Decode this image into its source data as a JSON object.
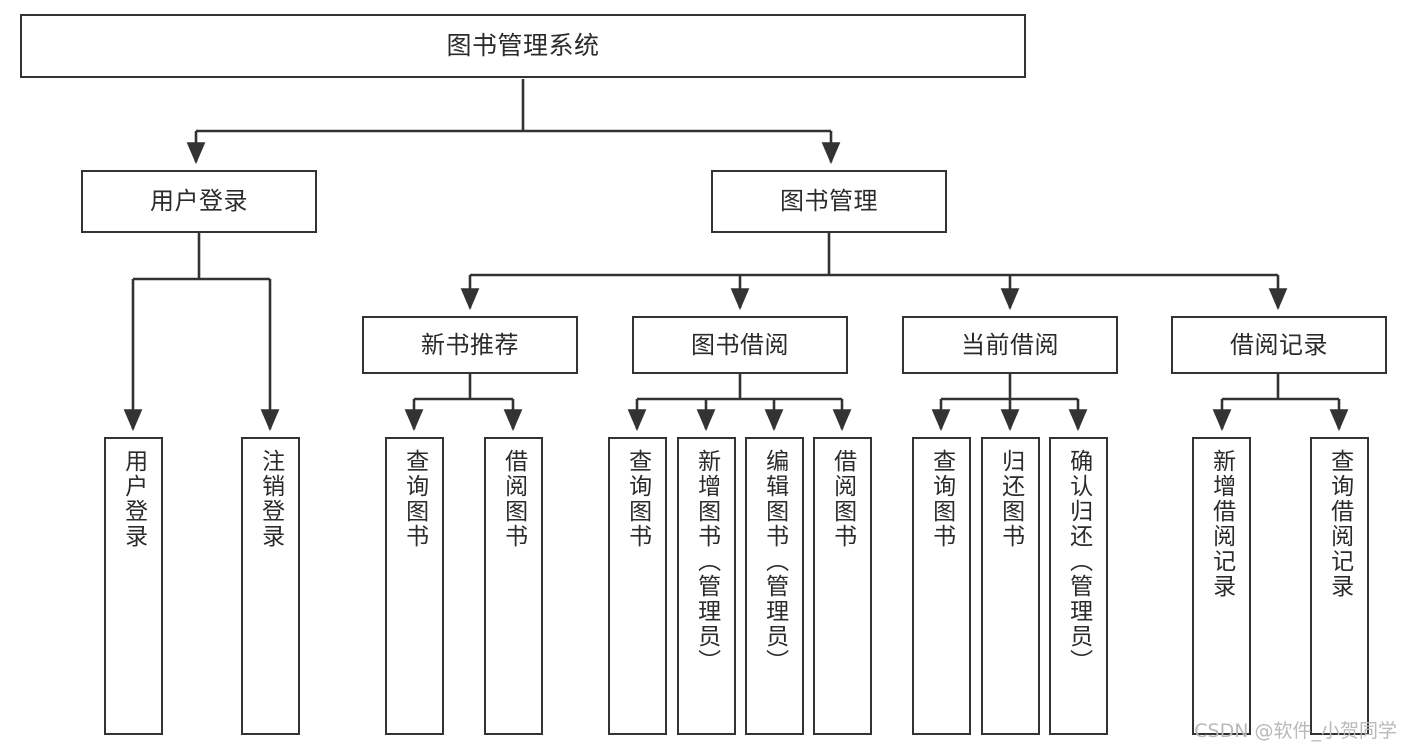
{
  "diagram": {
    "title": "图书管理系统",
    "type": "hierarchy-tree",
    "stroke_color": "#333333",
    "text_color": "#2b2b2b",
    "background_color": "#ffffff",
    "watermark": "CSDN @软件_小贺同学"
  },
  "nodes": {
    "root": {
      "label": "图书管理系统"
    },
    "level2": [
      {
        "label": "用户登录"
      },
      {
        "label": "图书管理"
      }
    ],
    "level3": [
      {
        "label": "新书推荐"
      },
      {
        "label": "图书借阅"
      },
      {
        "label": "当前借阅"
      },
      {
        "label": "借阅记录"
      }
    ],
    "leaves": {
      "user_login": [
        {
          "label": "用户登录"
        },
        {
          "label": "注销登录"
        }
      ],
      "new_book": [
        {
          "label": "查询图书"
        },
        {
          "label": "借阅图书"
        }
      ],
      "borrow_book": [
        {
          "label": "查询图书"
        },
        {
          "label": "新增图书（管理员）"
        },
        {
          "label": "编辑图书（管理员）"
        },
        {
          "label": "借阅图书"
        }
      ],
      "current_borrow": [
        {
          "label": "查询图书"
        },
        {
          "label": "归还图书"
        },
        {
          "label": "确认归还（管理员）"
        }
      ],
      "borrow_record": [
        {
          "label": "新增借阅记录"
        },
        {
          "label": "查询借阅记录"
        }
      ]
    }
  }
}
